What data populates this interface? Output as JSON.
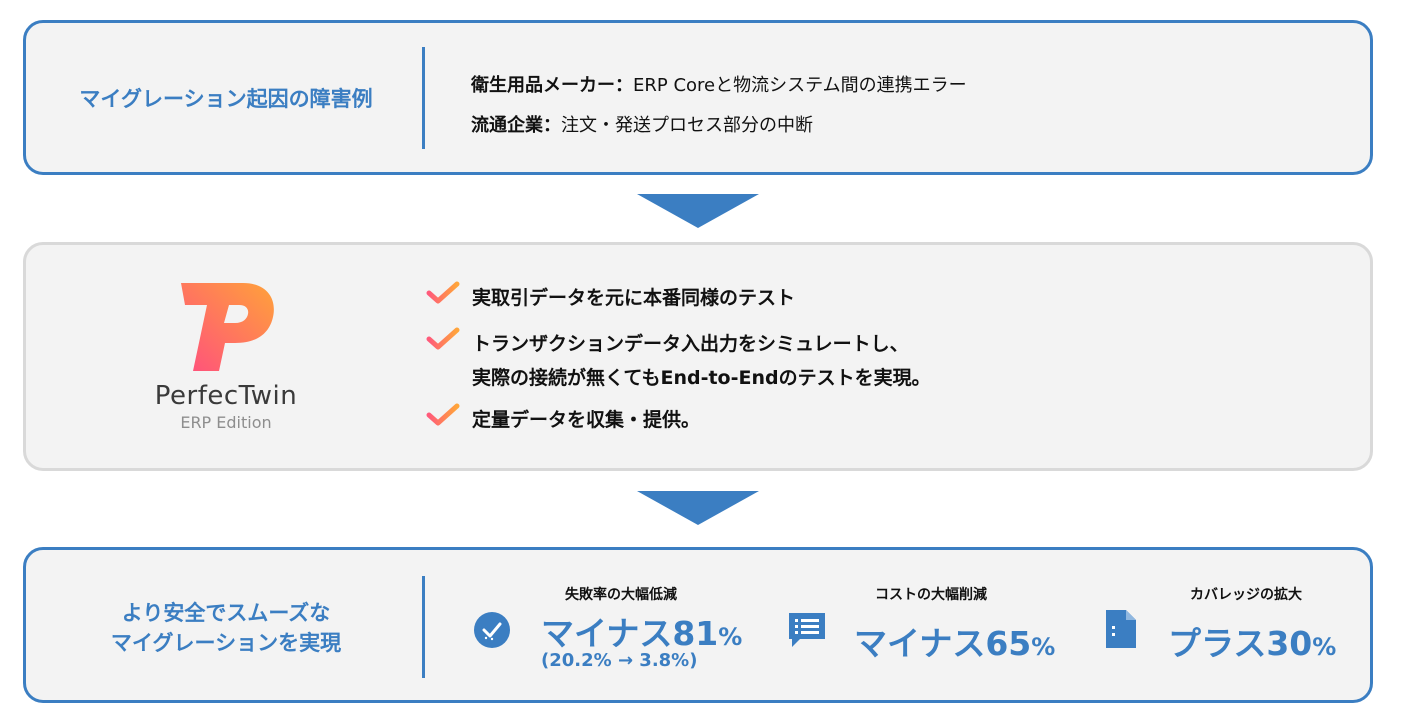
{
  "top": {
    "title": "マイグレーション起因の障害例",
    "examples": [
      {
        "label": "衛生用品メーカー：",
        "text": "ERP Coreと物流システム間の連携エラー"
      },
      {
        "label": "流通企業：",
        "text": "注文・発送プロセス部分の中断"
      }
    ]
  },
  "product": {
    "logo_letter": "P",
    "name": "PerfecTwin",
    "edition": "ERP Edition",
    "features": [
      {
        "line1": "実取引データを元に本番同様のテスト",
        "line2": ""
      },
      {
        "line1": "トランザクションデータ入出力をシミュレートし、",
        "line2": "実際の接続が無くてもEnd-to-Endのテストを実現。"
      },
      {
        "line1": "定量データを収集・提供。",
        "line2": ""
      }
    ]
  },
  "result": {
    "title_line1": "より安全でスムーズな",
    "title_line2": "マイグレーションを実現",
    "metrics": [
      {
        "caption": "失敗率の大幅低減",
        "value": "マイナス81",
        "unit": "%",
        "detail": "(20.2% → 3.8%)",
        "icon": "check-circle-icon"
      },
      {
        "caption": "コストの大幅削減",
        "value": "マイナス65",
        "unit": "%",
        "detail": "",
        "icon": "message-list-icon"
      },
      {
        "caption": "カバレッジの拡大",
        "value": "プラス30",
        "unit": "%",
        "detail": "",
        "icon": "document-icon"
      }
    ]
  },
  "colors": {
    "accent": "#3b7ec2",
    "panel_bg": "#f3f3f3",
    "check_start": "#ff5a7a",
    "check_end": "#ffa53a"
  }
}
